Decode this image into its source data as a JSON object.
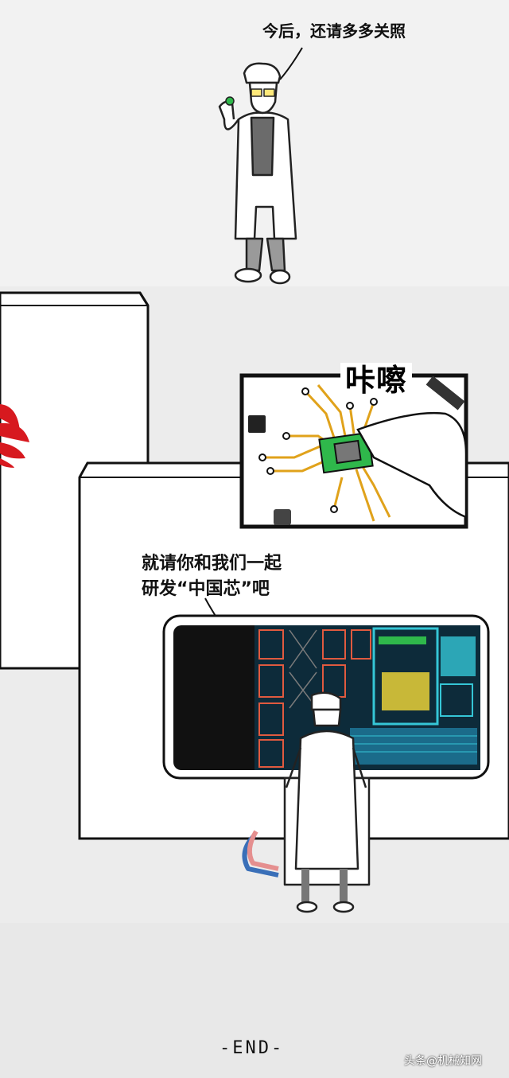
{
  "bubbles": {
    "top": "今后，还请多多关照",
    "line1": "就请你和我们一起",
    "line2": "研发“中国芯”吧"
  },
  "sound_effect": "咔嚓",
  "end_label": "-END-",
  "watermark": "头条@机械知网",
  "colors": {
    "background": "#ebebeb",
    "logo_red": "#d7191f",
    "chip_green": "#2fb84b",
    "circuit_gold": "#e0a21b",
    "screen_cyan": "#35c6d6"
  }
}
